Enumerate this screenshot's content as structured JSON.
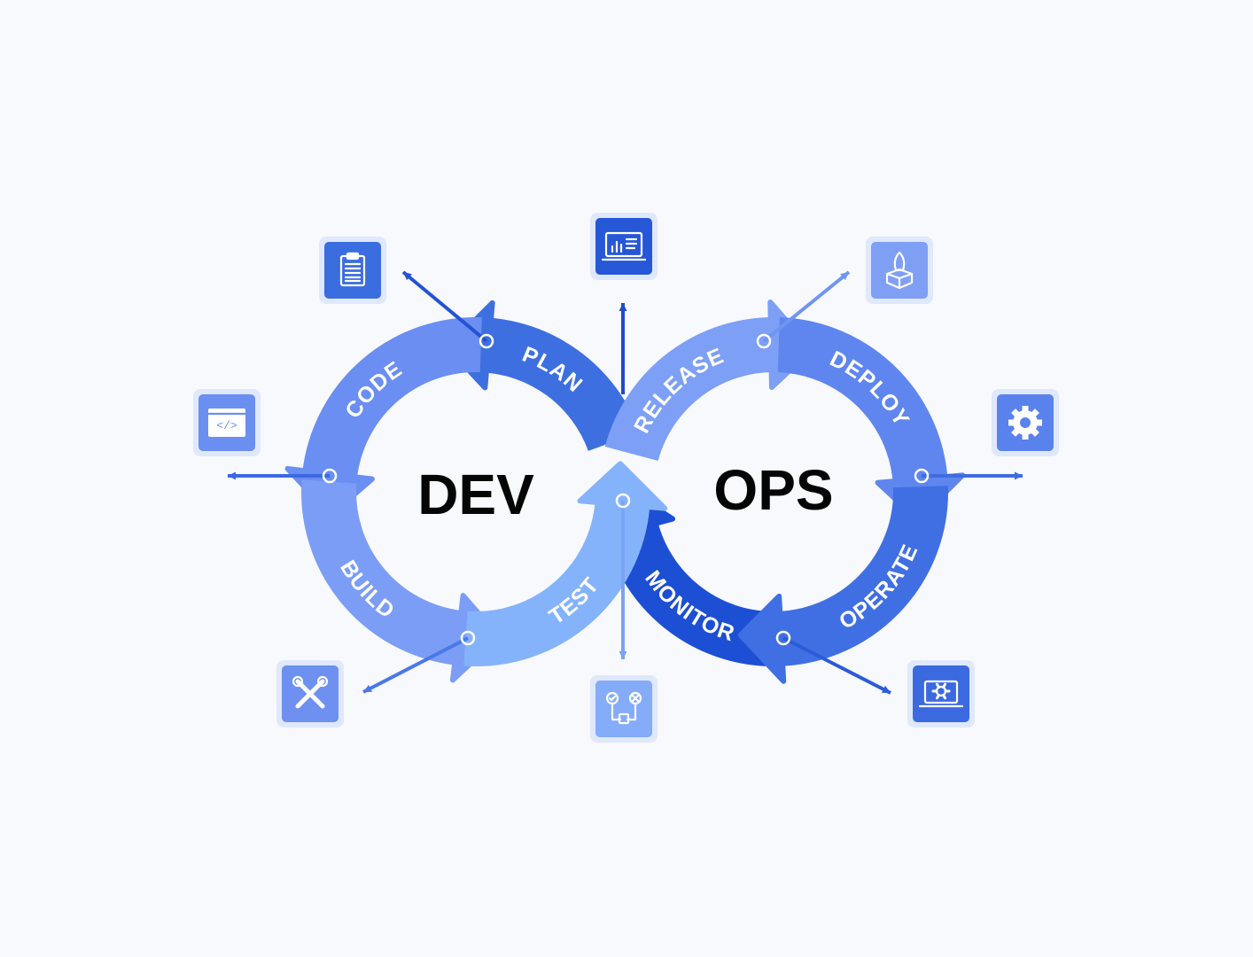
{
  "dev": {
    "title": "DEV",
    "stages": [
      {
        "label": "PLAN",
        "color": "#3d6fe0",
        "icon": "clipboard-icon",
        "icon_color": "#3a6de0"
      },
      {
        "label": "CODE",
        "color": "#6a8ef1",
        "icon": "code-window-icon",
        "icon_color": "#6b8ff0"
      },
      {
        "label": "BUILD",
        "color": "#7b9df5",
        "icon": "tools-icon",
        "icon_color": "#6d90f1"
      },
      {
        "label": "TEST",
        "color": "#85b3fb",
        "icon": "test-flow-icon",
        "icon_color": "#84acf8"
      }
    ]
  },
  "ops": {
    "title": "OPS",
    "stages": [
      {
        "label": "RELEASE",
        "color": "#7d9ff5",
        "icon": "rocket-box-icon",
        "icon_color": "#7f9ff5"
      },
      {
        "label": "DEPLOY",
        "color": "#5f86ef",
        "icon": "gear-icon",
        "icon_color": "#5a82ec"
      },
      {
        "label": "OPERATE",
        "color": "#3f6fe2",
        "icon": "laptop-gear-icon",
        "icon_color": "#3b6ae0"
      },
      {
        "label": "MONITOR",
        "color": "#1d4fd4",
        "icon": "monitor-chart-icon",
        "icon_color": "#2557d6"
      }
    ]
  },
  "colors": {
    "background": "#f8f9fd",
    "icon_frame": "#dfe8fc",
    "connector": "#2f5fdc"
  }
}
